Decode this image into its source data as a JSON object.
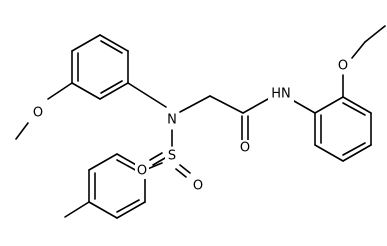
{
  "atom_labels": {
    "o_methoxy": "O",
    "n_sulfonamide": "N",
    "s_sulfonyl": "S",
    "o_sulfonyl_left": "O",
    "o_sulfonyl_right": "O",
    "o_carbonyl": "O",
    "nh_amide": "HN",
    "o_ethoxy": "O"
  },
  "colors": {
    "bond": "#000000",
    "background": "#ffffff",
    "text": "#000000"
  }
}
